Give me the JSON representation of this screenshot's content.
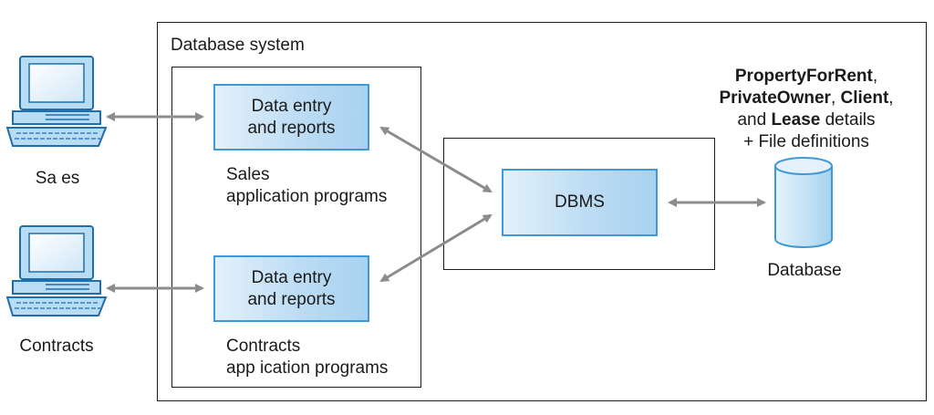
{
  "database_system_label": "Database system",
  "users": [
    {
      "label": "Sa es"
    },
    {
      "label": "Contracts"
    }
  ],
  "app_boxes": [
    {
      "line1": "Data entry",
      "line2": "and reports",
      "caption1": "Sales",
      "caption2": "application programs"
    },
    {
      "line1": "Data entry",
      "line2": "and reports",
      "caption1": "Contracts",
      "caption2": "app ication programs"
    }
  ],
  "dbms_label": "DBMS",
  "database": {
    "label": "Database",
    "details": {
      "property": "PropertyForRent",
      "comma1": ",",
      "owner": "PrivateOwner",
      "comma2": ", ",
      "client": "Client",
      "comma3": ",",
      "and": "and ",
      "lease": "Lease",
      "details_word": " details",
      "file_defs": "+ File definitions"
    }
  },
  "colors": {
    "accent": "#3f99d6",
    "arrow": "#8c8c8c",
    "outline": "#1a1a1a"
  }
}
